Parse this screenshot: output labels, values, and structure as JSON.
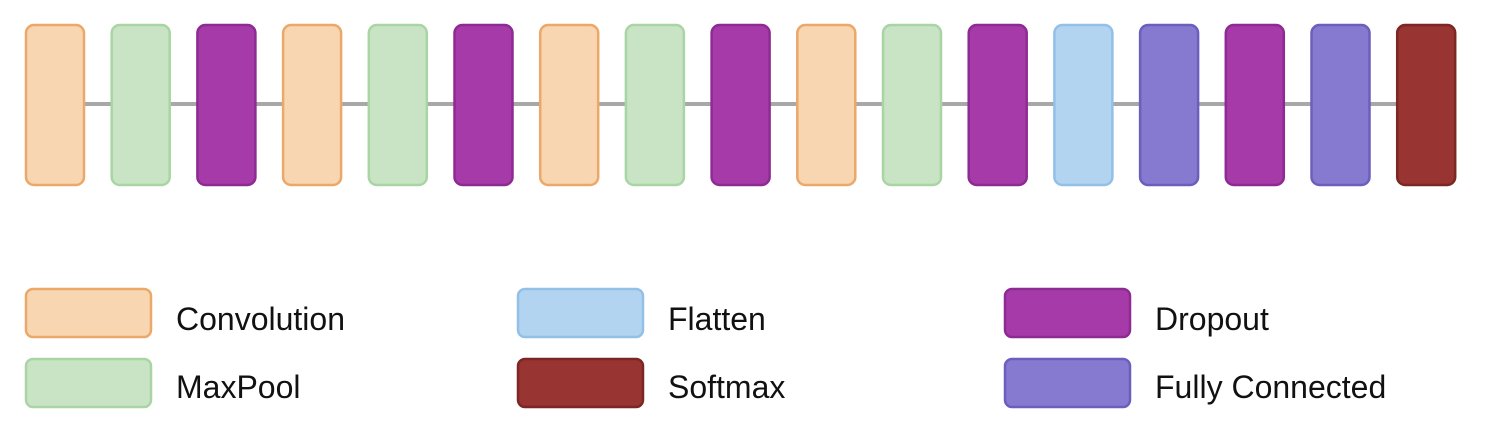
{
  "layer_types": {
    "convolution": {
      "label": "Convolution",
      "fill": "#f8d6b2",
      "stroke": "#eba868"
    },
    "maxpool": {
      "label": "MaxPool",
      "fill": "#c8e4c5",
      "stroke": "#a9d5a4"
    },
    "dropout": {
      "label": "Dropout",
      "fill": "#a53aa8",
      "stroke": "#8e2b92"
    },
    "flatten": {
      "label": "Flatten",
      "fill": "#b2d4f0",
      "stroke": "#92c0e6"
    },
    "fully_connected": {
      "label": "Fully Connected",
      "fill": "#857acf",
      "stroke": "#6b5fbe"
    },
    "softmax": {
      "label": "Softmax",
      "fill": "#983431",
      "stroke": "#7c2724"
    }
  },
  "connector_color": "#a8a8a8",
  "layers": [
    "convolution",
    "maxpool",
    "dropout",
    "convolution",
    "maxpool",
    "dropout",
    "convolution",
    "maxpool",
    "dropout",
    "convolution",
    "maxpool",
    "dropout",
    "flatten",
    "fully_connected",
    "dropout",
    "fully_connected",
    "softmax"
  ],
  "legend": {
    "columns": [
      [
        "convolution",
        "maxpool"
      ],
      [
        "flatten",
        "softmax"
      ],
      [
        "dropout",
        "fully_connected"
      ]
    ]
  }
}
